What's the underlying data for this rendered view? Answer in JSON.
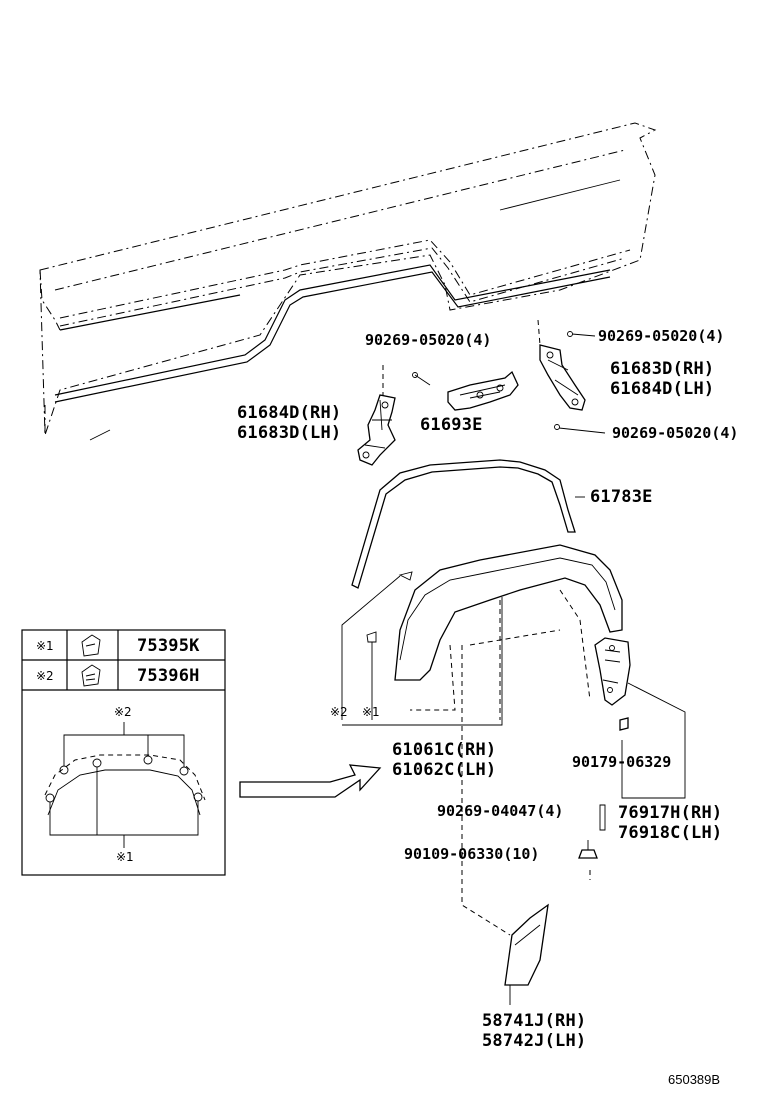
{
  "diagram_code": "650389B",
  "labels": {
    "bolt_top_center": "90269-05020(4)",
    "bolt_top_right": "90269-05020(4)",
    "bolt_mid_right": "90269-05020(4)",
    "bracket_rh_right": "61683D(RH)",
    "bracket_lh_right": "61684D(LH)",
    "bracket_rh_left": "61684D(RH)",
    "bracket_lh_left": "61683D(LH)",
    "center_bracket": "61693E",
    "weatherstrip": "61783E",
    "flare_rh": "61061C(RH)",
    "flare_lh": "61062C(LH)",
    "screw": "90179-06329",
    "bolt_lower": "90269-04047(4)",
    "mudguard_rh": "76917H(RH)",
    "mudguard_lh": "76918C(LH)",
    "nut": "90109-06330(10)",
    "mudflap_rh": "58741J(RH)",
    "mudflap_lh": "58742J(LH)"
  },
  "clip_table": {
    "rows": [
      {
        "mark": "※1",
        "part": "75395K"
      },
      {
        "mark": "※2",
        "part": "75396H"
      }
    ]
  },
  "inset": {
    "mark_top": "※2",
    "mark_bottom": "※1",
    "mark_1": "※1",
    "mark_2": "※2"
  }
}
